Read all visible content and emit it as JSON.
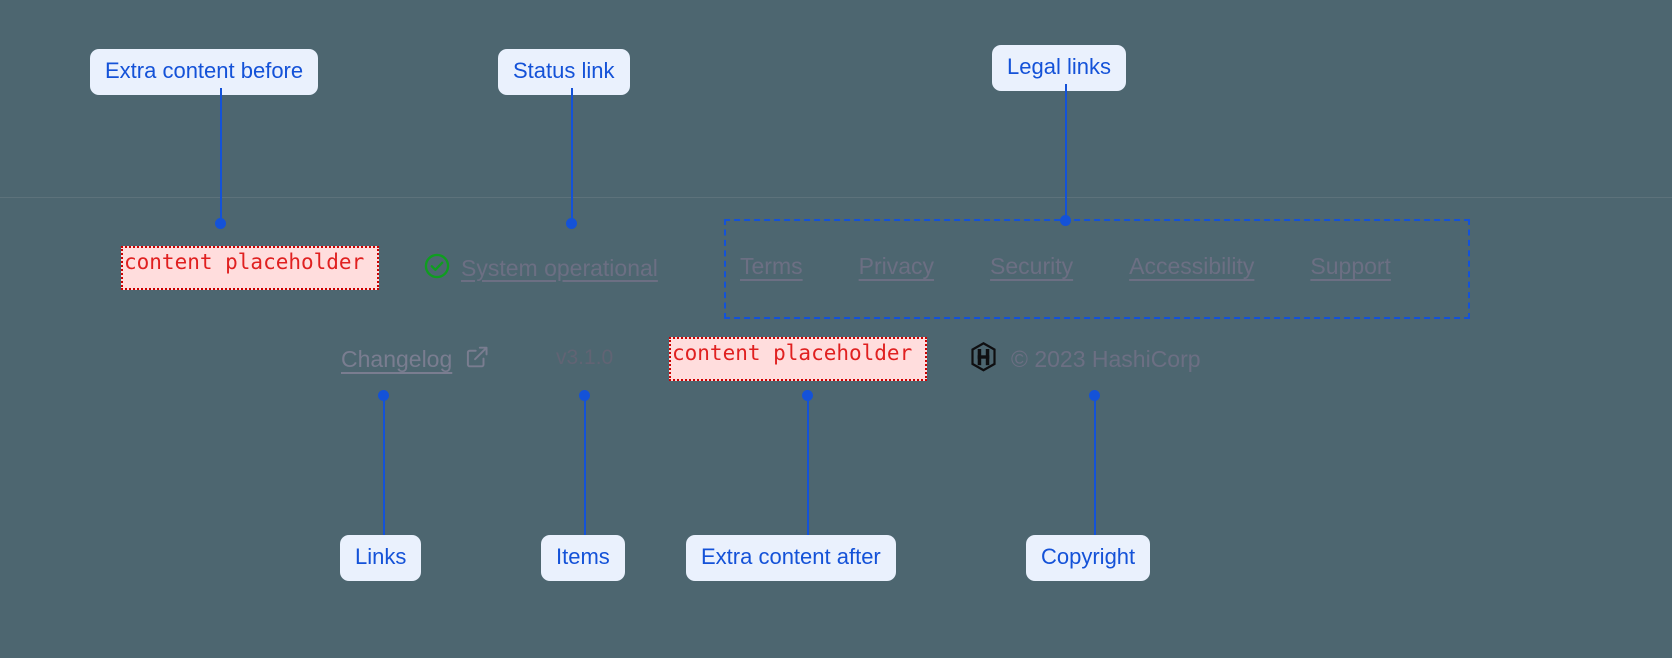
{
  "theme": {
    "background": "#4d6670",
    "divider": "#5d727b",
    "annotation_accent": "#1452d8",
    "annotation_pill_bg": "#eaf1fd",
    "placeholder_text": "#e02020",
    "placeholder_bg": "#ffdddd",
    "placeholder_border": "#cc0000",
    "link_color": "#6c6f83",
    "status_ok_color": "#0f9d20"
  },
  "footer": {
    "extra_content_before": "content placeholder",
    "extra_content_after": "content placeholder",
    "status": {
      "icon": "check-circle-icon",
      "label": "System operational"
    },
    "legal_links": [
      {
        "label": "Terms"
      },
      {
        "label": "Privacy"
      },
      {
        "label": "Security"
      },
      {
        "label": "Accessibility"
      },
      {
        "label": "Support"
      }
    ],
    "items": {
      "changelog": {
        "label": "Changelog",
        "icon": "external-link-icon"
      },
      "version": "v3.1.0"
    },
    "copyright": {
      "logo": "hashicorp-logo-icon",
      "text": "© 2023 HashiCorp"
    }
  },
  "annotations": [
    {
      "id": "extra-content-before",
      "label": "Extra content before"
    },
    {
      "id": "status-link",
      "label": "Status link"
    },
    {
      "id": "legal-links",
      "label": "Legal links"
    },
    {
      "id": "links",
      "label": "Links"
    },
    {
      "id": "items",
      "label": "Items"
    },
    {
      "id": "extra-content-after",
      "label": "Extra content after"
    },
    {
      "id": "copyright",
      "label": "Copyright"
    }
  ]
}
